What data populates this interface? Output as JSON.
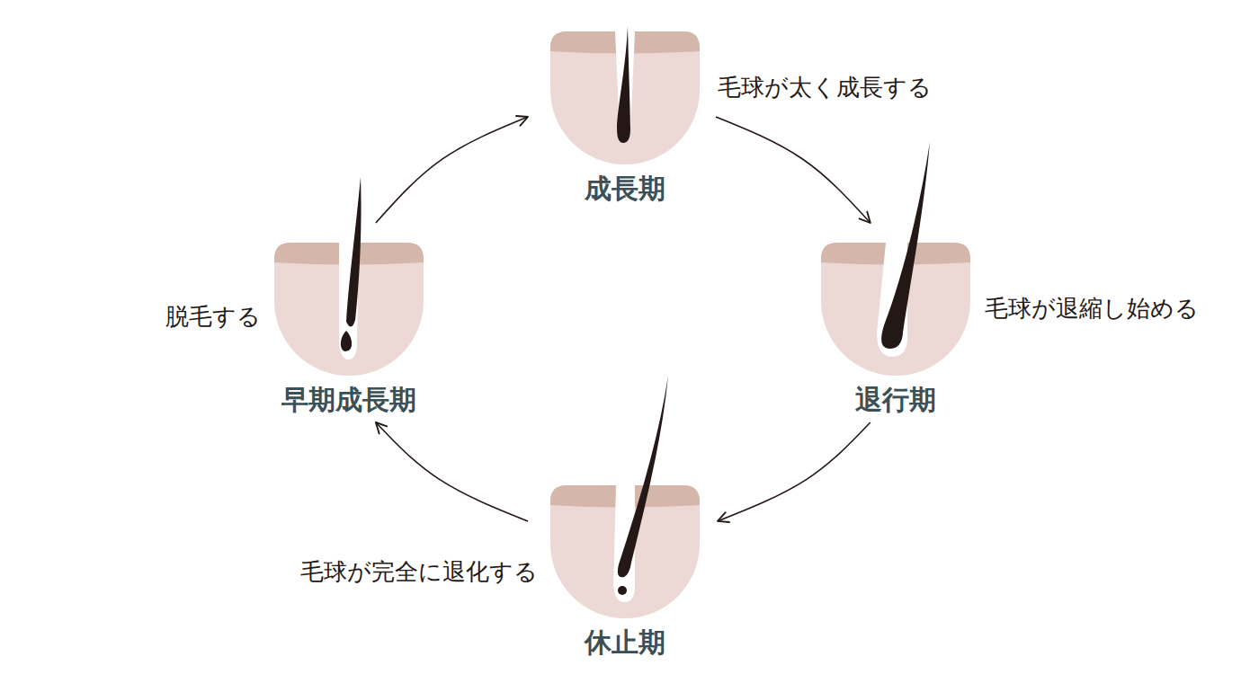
{
  "diagram": {
    "nodes": [
      {
        "text": [
          "成長期",
          "毛球が太く成長する"
        ]
      },
      {
        "text": [
          "退行期",
          "毛球が退縮し始める"
        ]
      },
      {
        "text": [
          "休止期",
          "毛球が完全に退化する"
        ]
      },
      {
        "text": [
          "早期成長期",
          "脱毛する"
        ]
      }
    ],
    "edges": [
      {
        "from": 0,
        "to": 1,
        "arrow": "to"
      },
      {
        "from": 1,
        "to": 2,
        "arrow": "to"
      },
      {
        "from": 2,
        "to": 3,
        "arrow": "to"
      },
      {
        "from": 3,
        "to": 0,
        "arrow": "to"
      }
    ]
  }
}
